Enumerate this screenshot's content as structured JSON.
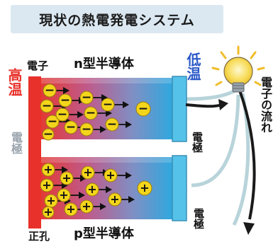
{
  "title": "現状の熱電発電システム",
  "labels": {
    "high_temp": "高温",
    "low_temp": "低温",
    "left_electrode": "電極",
    "electron": "電子",
    "hole": "正孔",
    "n_type": "n型半導体",
    "p_type": "p型半導体",
    "right_electrode_top": "電極",
    "right_electrode_bottom": "電極",
    "electron_flow": "電子の流れ"
  },
  "signs": {
    "electron": "−",
    "hole": "+"
  },
  "colors": {
    "hot": "#e8312b",
    "cold": "#2fa8df",
    "electrode_right": "#55c2ea",
    "particle": "#f3d51b",
    "title_bg": "#dbe8f2",
    "low_temp_text": "#2a58c8",
    "left_electrode_text": "#9aa4ad",
    "wire": "#b8d4da"
  }
}
